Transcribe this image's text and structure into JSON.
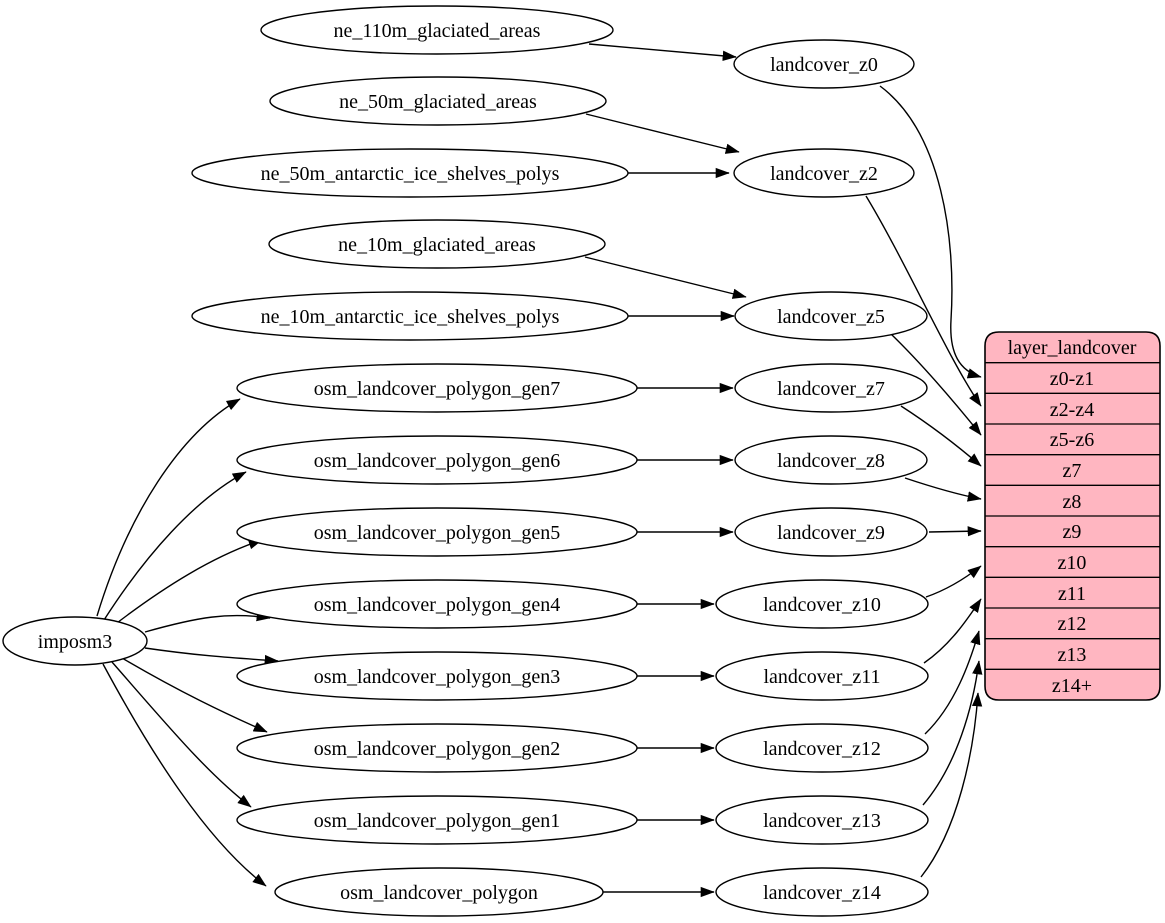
{
  "colors": {
    "background": "#ffffff",
    "node_fill": "#ffffff",
    "node_stroke": "#000000",
    "record_fill": "#ffb6c1",
    "edge_color": "#000000",
    "text_color": "#000000"
  },
  "nodes": {
    "imposm3": "imposm3",
    "ne_110m_glaciated_areas": "ne_110m_glaciated_areas",
    "ne_50m_glaciated_areas": "ne_50m_glaciated_areas",
    "ne_50m_antarctic_ice_shelves_polys": "ne_50m_antarctic_ice_shelves_polys",
    "ne_10m_glaciated_areas": "ne_10m_glaciated_areas",
    "ne_10m_antarctic_ice_shelves_polys": "ne_10m_antarctic_ice_shelves_polys",
    "gen7": "osm_landcover_polygon_gen7",
    "gen6": "osm_landcover_polygon_gen6",
    "gen5": "osm_landcover_polygon_gen5",
    "gen4": "osm_landcover_polygon_gen4",
    "gen3": "osm_landcover_polygon_gen3",
    "gen2": "osm_landcover_polygon_gen2",
    "gen1": "osm_landcover_polygon_gen1",
    "polygon": "osm_landcover_polygon",
    "z0": "landcover_z0",
    "z2": "landcover_z2",
    "z5": "landcover_z5",
    "z7": "landcover_z7",
    "z8": "landcover_z8",
    "z9": "landcover_z9",
    "z10": "landcover_z10",
    "z11": "landcover_z11",
    "z12": "landcover_z12",
    "z13": "landcover_z13",
    "z14": "landcover_z14"
  },
  "record": {
    "title": "layer_landcover",
    "rows": [
      "z0-z1",
      "z2-z4",
      "z5-z6",
      "z7",
      "z8",
      "z9",
      "z10",
      "z11",
      "z12",
      "z13",
      "z14+"
    ]
  },
  "edges": [
    {
      "from": "imposm3",
      "to": "osm_landcover_polygon_gen7"
    },
    {
      "from": "imposm3",
      "to": "osm_landcover_polygon_gen6"
    },
    {
      "from": "imposm3",
      "to": "osm_landcover_polygon_gen5"
    },
    {
      "from": "imposm3",
      "to": "osm_landcover_polygon_gen4"
    },
    {
      "from": "imposm3",
      "to": "osm_landcover_polygon_gen3"
    },
    {
      "from": "imposm3",
      "to": "osm_landcover_polygon_gen2"
    },
    {
      "from": "imposm3",
      "to": "osm_landcover_polygon_gen1"
    },
    {
      "from": "imposm3",
      "to": "osm_landcover_polygon"
    },
    {
      "from": "ne_110m_glaciated_areas",
      "to": "landcover_z0"
    },
    {
      "from": "ne_50m_glaciated_areas",
      "to": "landcover_z2"
    },
    {
      "from": "ne_50m_antarctic_ice_shelves_polys",
      "to": "landcover_z2"
    },
    {
      "from": "ne_10m_glaciated_areas",
      "to": "landcover_z5"
    },
    {
      "from": "ne_10m_antarctic_ice_shelves_polys",
      "to": "landcover_z5"
    },
    {
      "from": "osm_landcover_polygon_gen7",
      "to": "landcover_z7"
    },
    {
      "from": "osm_landcover_polygon_gen6",
      "to": "landcover_z8"
    },
    {
      "from": "osm_landcover_polygon_gen5",
      "to": "landcover_z9"
    },
    {
      "from": "osm_landcover_polygon_gen4",
      "to": "landcover_z10"
    },
    {
      "from": "osm_landcover_polygon_gen3",
      "to": "landcover_z11"
    },
    {
      "from": "osm_landcover_polygon_gen2",
      "to": "landcover_z12"
    },
    {
      "from": "osm_landcover_polygon_gen1",
      "to": "landcover_z13"
    },
    {
      "from": "osm_landcover_polygon",
      "to": "landcover_z14"
    },
    {
      "from": "landcover_z0",
      "to": "layer_landcover:z0-z1"
    },
    {
      "from": "landcover_z2",
      "to": "layer_landcover:z2-z4"
    },
    {
      "from": "landcover_z5",
      "to": "layer_landcover:z5-z6"
    },
    {
      "from": "landcover_z7",
      "to": "layer_landcover:z7"
    },
    {
      "from": "landcover_z8",
      "to": "layer_landcover:z8"
    },
    {
      "from": "landcover_z9",
      "to": "layer_landcover:z9"
    },
    {
      "from": "landcover_z10",
      "to": "layer_landcover:z10"
    },
    {
      "from": "landcover_z11",
      "to": "layer_landcover:z11"
    },
    {
      "from": "landcover_z12",
      "to": "layer_landcover:z12"
    },
    {
      "from": "landcover_z13",
      "to": "layer_landcover:z13"
    },
    {
      "from": "landcover_z14",
      "to": "layer_landcover:z14+"
    }
  ]
}
